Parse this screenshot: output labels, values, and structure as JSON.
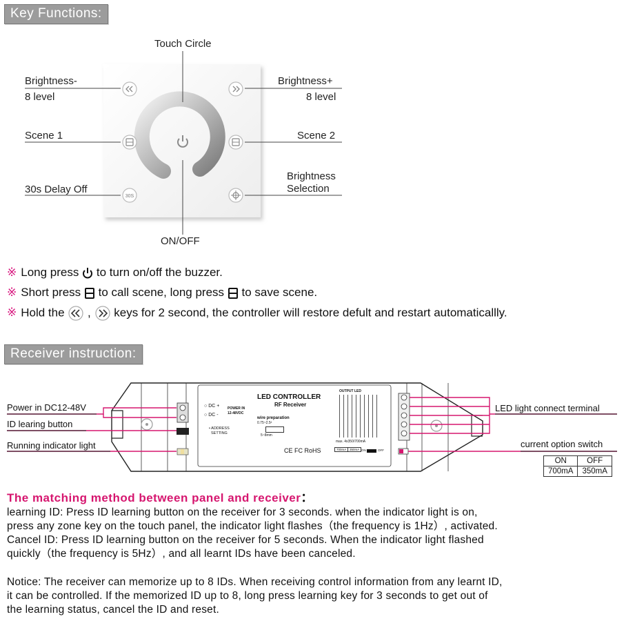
{
  "key_functions": {
    "header": "Key Functions:",
    "touch_circle": "Touch Circle",
    "brightness_minus": "Brightness-",
    "brightness_minus_level": "8 level",
    "brightness_plus": "Brightness+",
    "brightness_plus_level": "8 level",
    "scene1": "Scene 1",
    "scene2": "Scene 2",
    "delay_off": "30s Delay Off",
    "brightness_selection_1": "Brightness",
    "brightness_selection_2": "Selection",
    "on_off": "ON/OFF",
    "key_30s": "30S"
  },
  "notes": {
    "mark": "※",
    "n1_a": "Long press",
    "n1_b": "to turn on/off the buzzer.",
    "n2_a": "Short press",
    "n2_b": "to call scene, long press",
    "n2_c": "to save scene.",
    "n3_a": "Hold the",
    "n3_sep": ",",
    "n3_b": "keys for 2 second, the controller will restore defult and restart automaticallly."
  },
  "receiver": {
    "header": "Receiver instruction:",
    "power_label": "Power in DC12-48V",
    "id_button_label": "ID learing button",
    "indicator_label": "Running indicator light",
    "led_terminal_label": "LED light connect terminal",
    "option_switch_label": "current option switch",
    "device": {
      "title": "LED CONTROLLER",
      "subtitle": "RF Receiver",
      "dc_plus": "DC +",
      "dc_minus": "DC -",
      "power_in": "POWER IN",
      "voltage": "12-48VDC",
      "address": "ADDRESS",
      "setting": "SETTING",
      "wire_prep": "wire preparation",
      "wire_size": "0.75~2.5²",
      "strip_len": "5~8mm",
      "cert": "CE FC RoHS",
      "output_led": "OUTPUT LED",
      "max": "max. 4x350/700mA",
      "sw_on": "ON",
      "sw_off": "OFF",
      "sw_700": "700mA",
      "sw_350": "350mA"
    },
    "options_table": {
      "headers": [
        "ON",
        "OFF"
      ],
      "values": [
        "700mA",
        "350mA"
      ]
    }
  },
  "matching": {
    "title": "The matching method between panel and receiver",
    "title_colon": "：",
    "lines": [
      "learning ID: Press ID learning button on the receiver for 3 seconds.  when the indicator light is on,",
      "press any zone key on the touch panel, the indicator light flashes（the frequency is 1Hz）, activated.",
      "Cancel ID: Press ID learning button on the receiver for 5 seconds.  When the indicator light flashed",
      "quickly（the frequency is 5Hz）, and all learnt IDs have been canceled."
    ],
    "notice_lines": [
      "Notice: The receiver can memorize up to 8 IDs.  When receiving control information from any learnt ID,",
      "it can be controlled.  If the memorized ID up to 8,  long press learning key for 3 seconds to get out of",
      "the learning status,  cancel the ID and reset."
    ]
  }
}
